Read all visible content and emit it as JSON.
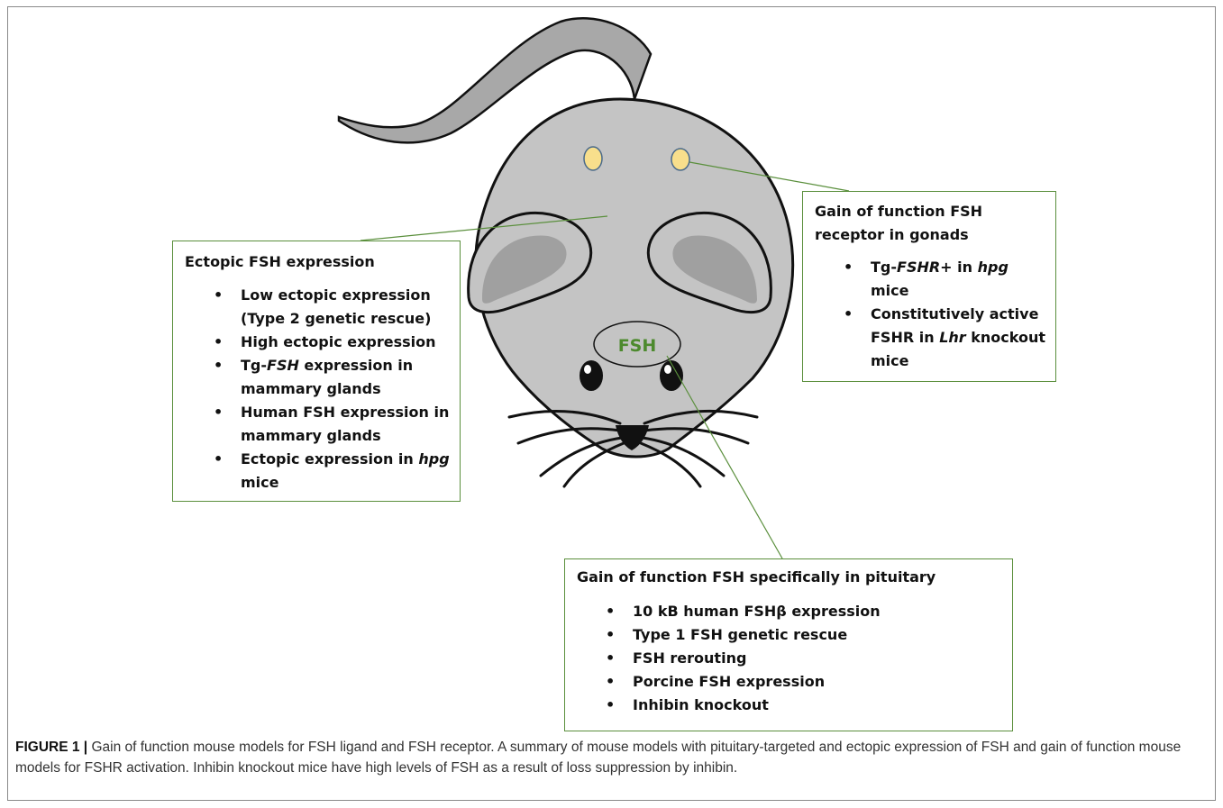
{
  "center_label": "FSH",
  "colors": {
    "body": "#c4c4c4",
    "ear_inner": "#a0a0a0",
    "accent_green": "#5a8f3c",
    "gonad": "#f8df8c",
    "label_text": "#4d8a2e"
  },
  "ectopic": {
    "title": "Ectopic FSH expression",
    "items": [
      {
        "text": "Low ectopic expression (Type 2 genetic rescue)"
      },
      {
        "text": "High ectopic expression"
      },
      {
        "pre": "Tg-",
        "em": "FSH",
        "post": " expression in mammary glands"
      },
      {
        "text": "Human FSH expression in mammary glands"
      },
      {
        "pre": "Ectopic expression in ",
        "em": "hpg",
        "post": " mice"
      }
    ]
  },
  "receptor": {
    "title": "Gain of function FSH receptor in gonads",
    "items": [
      {
        "pre": "Tg-",
        "em": "FSHR+",
        "post": " in ",
        "em2": "hpg",
        "post2": " mice"
      },
      {
        "pre": "Constitutively active FSHR in ",
        "em": "Lhr",
        "post": " knockout mice"
      }
    ]
  },
  "pituitary": {
    "title": "Gain of function FSH specifically in pituitary",
    "items": [
      "10 kB human FSHβ expression",
      "Type 1 FSH genetic rescue",
      "FSH rerouting",
      "Porcine FSH expression",
      "Inhibin knockout"
    ]
  },
  "caption": {
    "label": "FIGURE 1 |",
    "text": " Gain of function mouse models for FSH ligand and FSH receptor. A summary of mouse models with pituitary-targeted and ectopic expression of FSH and gain of function mouse models for FSHR activation. Inhibin knockout mice have high levels of FSH as a result of loss suppression by inhibin."
  }
}
